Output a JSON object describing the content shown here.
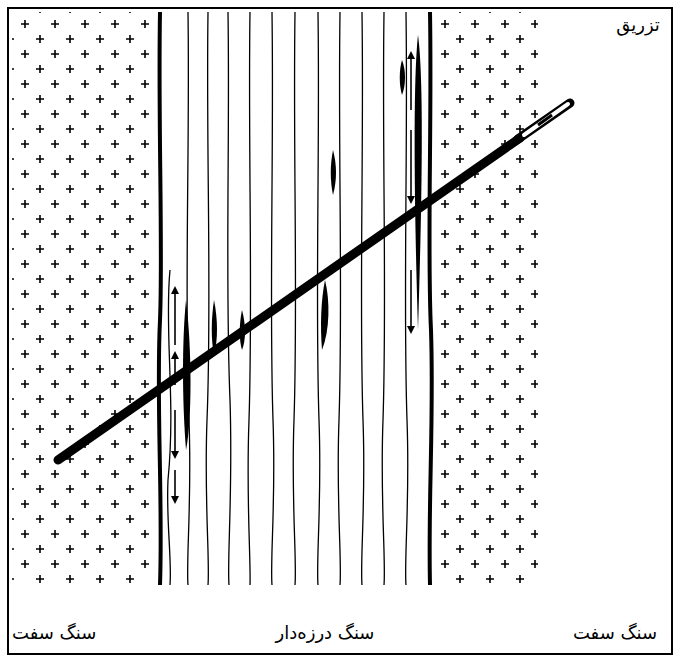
{
  "diagram": {
    "labels": [
      "تزریق",
      "سنگ سفت",
      "سنگ درزه‌دار",
      "سنگ سفت"
    ]
  }
}
